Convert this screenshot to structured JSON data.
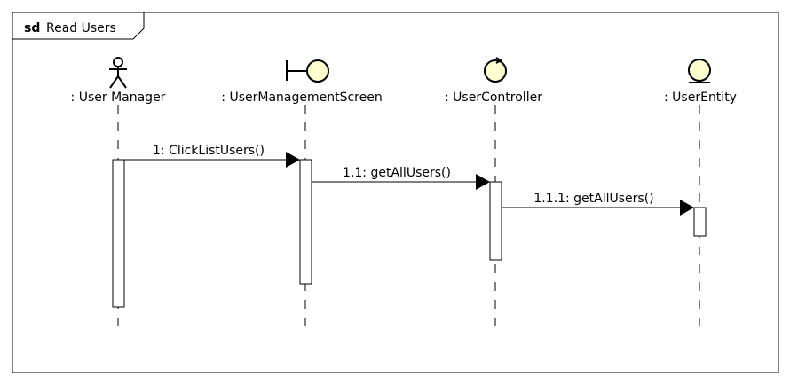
{
  "frame": {
    "keyword": "sd",
    "title": "Read Users"
  },
  "lifelines": [
    {
      "id": "user-manager",
      "stereotype": "actor",
      "label": ": User Manager"
    },
    {
      "id": "user-management-screen",
      "stereotype": "boundary",
      "label": ": UserManagementScreen"
    },
    {
      "id": "user-controller",
      "stereotype": "control",
      "label": ": UserController"
    },
    {
      "id": "user-entity",
      "stereotype": "entity",
      "label": ": UserEntity"
    }
  ],
  "messages": [
    {
      "label": "1: ClickListUsers()",
      "from": "user-manager",
      "to": "user-management-screen"
    },
    {
      "label": "1.1: getAllUsers()",
      "from": "user-management-screen",
      "to": "user-controller"
    },
    {
      "label": "1.1.1: getAllUsers()",
      "from": "user-controller",
      "to": "user-entity"
    }
  ],
  "colors": {
    "frame_border": "#000000",
    "actor_stroke": "#000000",
    "icon_fill": "#fefece",
    "activation_fill": "#ffffff",
    "line": "#000000"
  }
}
